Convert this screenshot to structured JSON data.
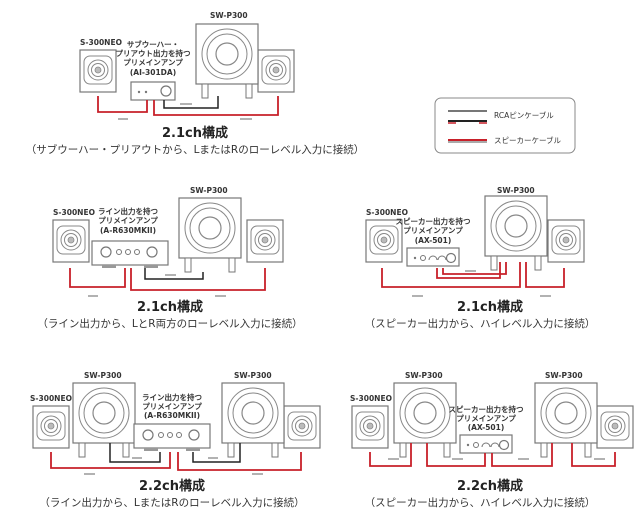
{
  "colors": {
    "speaker_cable": "#c8202a",
    "rca_cable": "#222222",
    "outline": "#777777",
    "arrow": "#999999"
  },
  "legend": {
    "rca_label": "RCAピンケーブル",
    "speaker_label": "スピーカーケーブル"
  },
  "diagrams": [
    {
      "speaker_label": "S-300NEO",
      "sub_labels": [
        "SW-P300"
      ],
      "amp_lines": [
        "サブウーハー・",
        "プリアウト出力を持つ",
        "プリメインアンプ",
        "(AI-301DA)"
      ],
      "title": "2.1ch構成",
      "subtitle": "（サブウーハー・プリアウトから、LまたはRのローレベル入力に接続）"
    },
    {
      "speaker_label": "S-300NEO",
      "sub_labels": [
        "SW-P300"
      ],
      "amp_lines": [
        "ライン出力を持つ",
        "プリメインアンプ",
        "(A-R630MKII)"
      ],
      "title": "2.1ch構成",
      "subtitle": "（ライン出力から、LとR両方のローレベル入力に接続）"
    },
    {
      "speaker_label": "S-300NEO",
      "sub_labels": [
        "SW-P300"
      ],
      "amp_lines": [
        "スピーカー出力を持つ",
        "プリメインアンプ",
        "(AX-501)"
      ],
      "title": "2.1ch構成",
      "subtitle": "（スピーカー出力から、ハイレベル入力に接続）"
    },
    {
      "speaker_label": "S-300NEO",
      "sub_labels": [
        "SW-P300",
        "SW-P300"
      ],
      "amp_lines": [
        "ライン出力を持つ",
        "プリメインアンプ",
        "(A-R630MKII)"
      ],
      "title": "2.2ch構成",
      "subtitle": "（ライン出力から、LまたはRのローレベル入力に接続）"
    },
    {
      "speaker_label": "S-300NEO",
      "sub_labels": [
        "SW-P300",
        "SW-P300"
      ],
      "amp_lines": [
        "スピーカー出力を持つ",
        "プリメインアンプ",
        "(AX-501)"
      ],
      "title": "2.2ch構成",
      "subtitle": "（スピーカー出力から、ハイレベル入力に接続）"
    }
  ]
}
